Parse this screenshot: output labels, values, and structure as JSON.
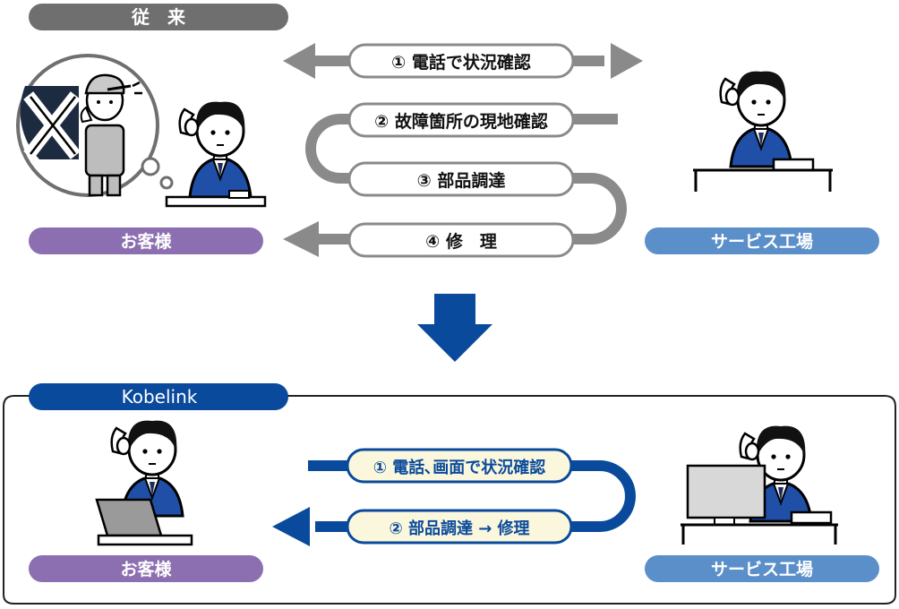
{
  "conventional": {
    "tab_label": "従　来",
    "steps": [
      "① 電話で状況確認",
      "② 故障箇所の現地確認",
      "③ 部品調達",
      "④ 修　理"
    ],
    "customer_label": "お客様",
    "factory_label": "サービス工場"
  },
  "kobelink": {
    "tab_label": "Kobelink",
    "steps": [
      "① 電話､画面で状況確認",
      "② 部品調達 → 修理"
    ],
    "customer_label": "お客様",
    "factory_label": "サービス工場"
  },
  "colors": {
    "gray_tab": "#6f6f6f",
    "gray_flow": "#8a8a8a",
    "blue_flow": "#0a4a9c",
    "customer_pill": "#8c6fb0",
    "factory_pill": "#5b8fc9",
    "step_fill_blue": "#fbf7dc"
  }
}
